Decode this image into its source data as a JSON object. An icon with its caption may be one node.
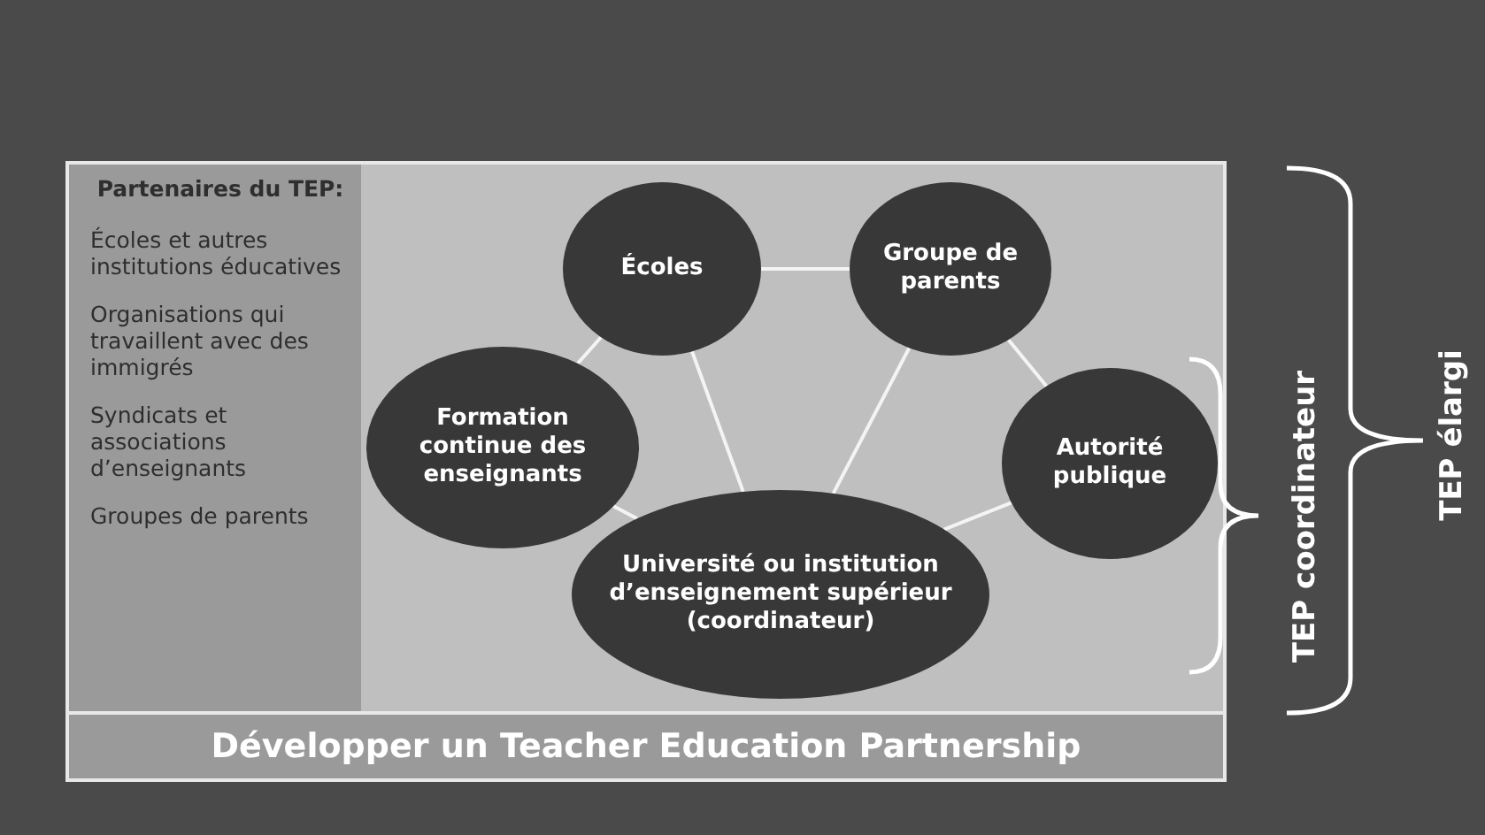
{
  "diagram": {
    "nodes": [
      {
        "text": [
          "Partenaires du TEP:",
          "Écoles et autres institutions éducatives",
          "Organisations qui travaillent avec des immigrés",
          "Syndicats et associations d’enseignants",
          "Groupes de parents"
        ]
      },
      {
        "text": [
          "Écoles"
        ]
      },
      {
        "text": [
          "Groupe de parents"
        ]
      },
      {
        "text": [
          "Formation continue des enseignants"
        ]
      },
      {
        "text": [
          "Autorité publique"
        ]
      },
      {
        "text": [
          "Université ou institution d’enseignement supérieur (coordinateur)"
        ]
      },
      {
        "text": [
          "Développer un Teacher Education Partnership"
        ]
      }
    ],
    "edges": [
      {
        "from": 1,
        "to": 2,
        "arrow": "none"
      },
      {
        "from": 1,
        "to": 3,
        "arrow": "none"
      },
      {
        "from": 2,
        "to": 4,
        "arrow": "none"
      },
      {
        "from": 1,
        "to": 5,
        "arrow": "none"
      },
      {
        "from": 2,
        "to": 5,
        "arrow": "none"
      },
      {
        "from": 3,
        "to": 5,
        "arrow": "none"
      },
      {
        "from": 5,
        "to": 4,
        "arrow": "none"
      }
    ],
    "labels": [
      "TEP coordinateur",
      "TEP élargi"
    ]
  }
}
